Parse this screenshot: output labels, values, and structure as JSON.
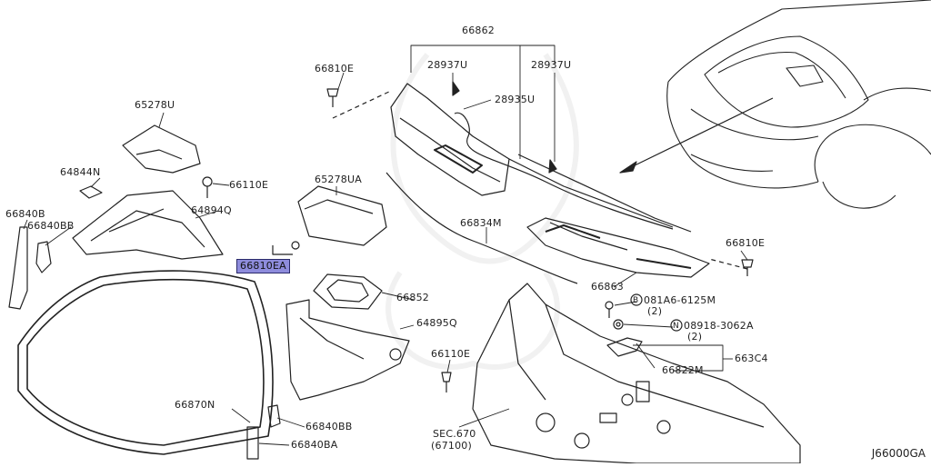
{
  "diagram_code": "J66000GA",
  "labels": {
    "p66862": "66862",
    "p28937u_l": "28937U",
    "p28937u_r": "28937U",
    "p28935u": "28935U",
    "p66810e_top": "66810E",
    "p65278u": "65278U",
    "p64844n": "64844N",
    "p66110e_top": "66110E",
    "p64894q": "64894Q",
    "p66840b": "66840B",
    "p66840bb_l": "66840BB",
    "p65278ua": "65278UA",
    "p66810ea": "66810EA",
    "p66834m": "66834M",
    "p66810e_right": "66810E",
    "p66852": "66852",
    "p64895q": "64895Q",
    "p66863": "66863",
    "p081a6_6125m": "081A6-6125M",
    "p081a6_qty": "(2)",
    "p08918_3062a": "08918-3062A",
    "p08918_qty": "(2)",
    "p663c4": "663C4",
    "p66822m": "66822M",
    "p66110e_mid": "66110E",
    "p66870n": "66870N",
    "p66840bb_b": "66840BB",
    "p66840ba": "66840BA",
    "sec670": "SEC.670",
    "sec670_sub": "(67100)",
    "bolt_b": "B",
    "nut_n": "N"
  }
}
